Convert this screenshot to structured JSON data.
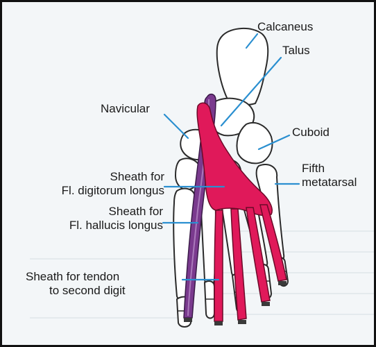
{
  "figure": {
    "labels": {
      "calcaneus": "Calcaneus",
      "talus": "Talus",
      "navicular": "Navicular",
      "cuboid": "Cuboid",
      "fifth_metatarsal_line1": "Fifth",
      "fifth_metatarsal_line2": "metatarsal",
      "sheath_fdl_line1": "Sheath for",
      "sheath_fdl_line2": "Fl. digitorum longus",
      "sheath_fhl_line1": "Sheath for",
      "sheath_fhl_line2": "Fl. hallucis longus",
      "sheath_second_line1": "Sheath for tendon",
      "sheath_second_line2": "to second digit"
    },
    "colors": {
      "bone_outline": "#2a2a2a",
      "bone_fill": "#ffffff",
      "fdl_sheath": "#e0195a",
      "fhl_sheath": "#7a3a8e",
      "leader_line": "#2a8fd0"
    }
  }
}
